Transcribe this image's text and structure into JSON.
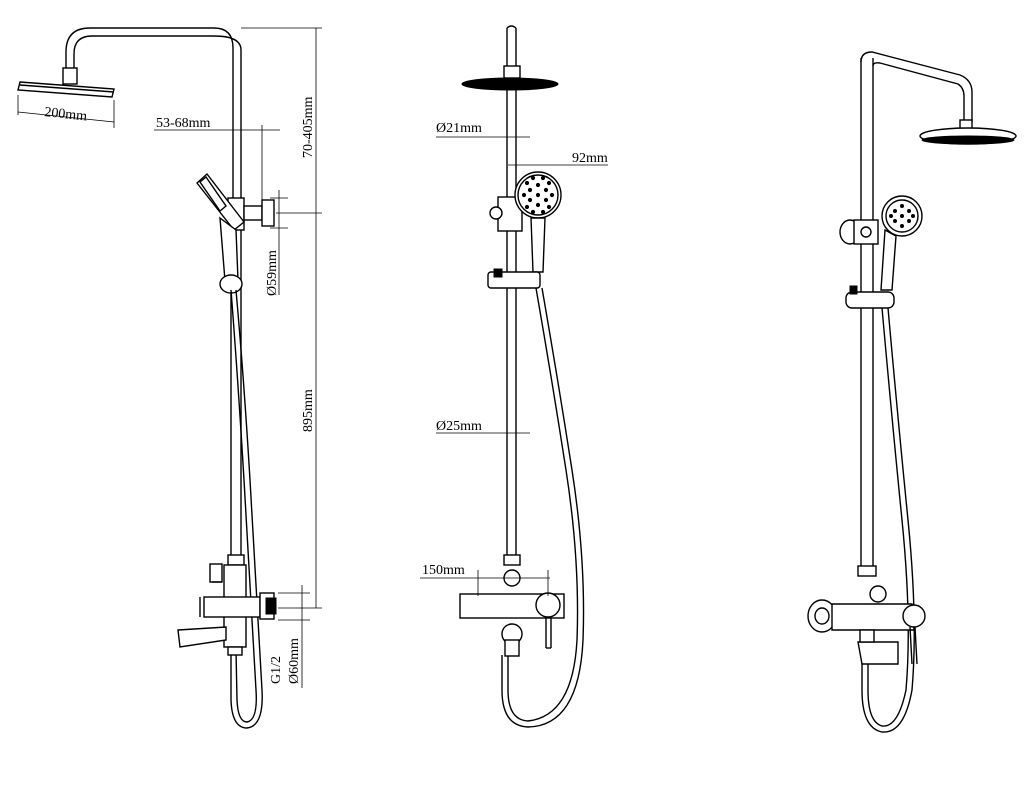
{
  "labels": {
    "head_width": "200mm",
    "arm_projection": "53-68mm",
    "upper_height": "70-405mm",
    "bracket_dia": "Ø59mm",
    "rail_height": "895mm",
    "valve_thread": "G1/2",
    "valve_flange": "Ø60mm",
    "upper_pipe_dia": "Ø21mm",
    "handshower_width": "92mm",
    "rail_pipe_dia": "Ø25mm",
    "mixer_centers": "150mm"
  }
}
